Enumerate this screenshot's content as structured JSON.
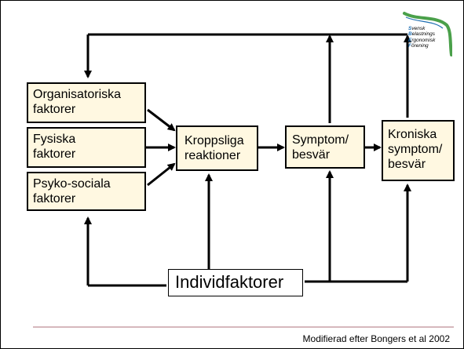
{
  "diagram": {
    "boxes": {
      "organisational": "Organisatoriska\nfaktorer",
      "physical": "Fysiska\n faktorer",
      "psychosocial": "Psyko-sociala\nfaktorer",
      "body_reactions": "Kroppsliga\nreaktioner",
      "symptoms": "Symptom/\nbesvär",
      "chronic": "Kroniska\nsymptom/\nbesvär",
      "individual": "Individfaktorer"
    }
  },
  "logo": {
    "icon": "sbef-logo-swoosh",
    "lines": [
      {
        "first": "S",
        "rest": "vensk"
      },
      {
        "first": "B",
        "rest": "elastnings"
      },
      {
        "first": "E",
        "rest": "rgonomisk"
      },
      {
        "first": "F",
        "rest": "örening"
      }
    ]
  },
  "footer": {
    "credit": "Modifierad efter Bongers et al 2002"
  },
  "colors": {
    "background": "#ffffff",
    "box_fill": "#fff8e1",
    "line": "#000000",
    "rule": "#c9a0a6",
    "logo_green": "#4aa04a",
    "logo_blue": "#1f6fb2"
  }
}
